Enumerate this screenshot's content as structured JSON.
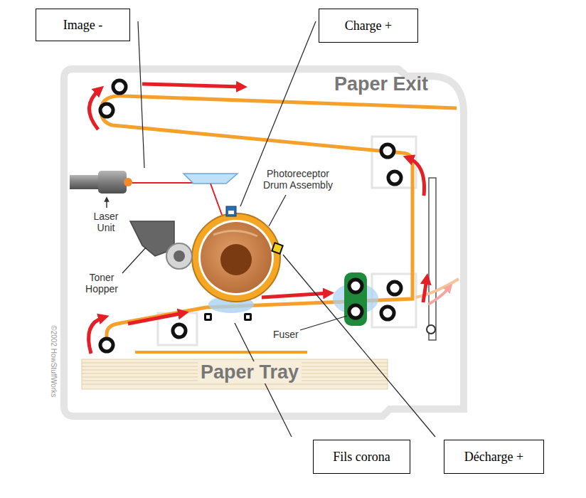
{
  "diagram": {
    "nodes": [
      {
        "text": [
          "Image -"
        ]
      },
      {
        "text": [
          "Charge +"
        ]
      },
      {
        "text": [
          "Fils corona"
        ]
      },
      {
        "text": [
          "Décharge +"
        ]
      }
    ],
    "labels": [
      "Paper Exit",
      "Photoreceptor Drum Assembly",
      "Laser Unit",
      "Toner Hopper",
      "Fuser",
      "Paper Tray",
      "©2002 HowStuffWorks"
    ]
  }
}
